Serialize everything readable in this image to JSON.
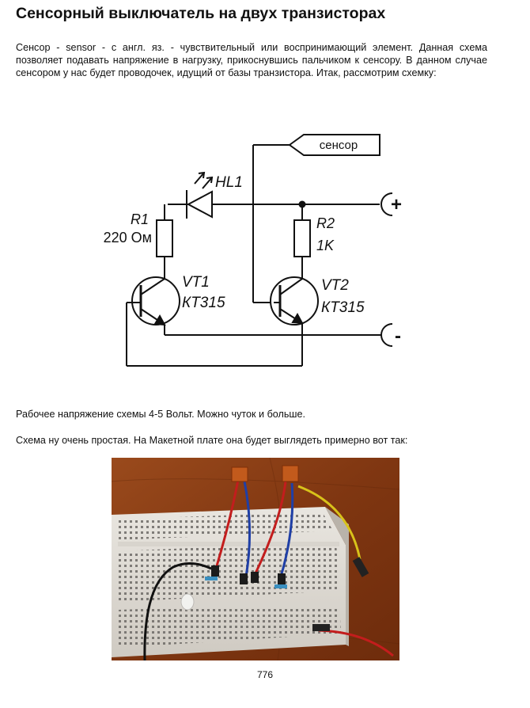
{
  "title": "Сенсорный выключатель на двух транзисторах",
  "intro": "Сенсор - sensor - с англ. яз. - чувствительный или воспринимающий элемент. Данная схема позволяет подавать напряжение в нагрузку, прикоснувшись пальчиком к сенсору. В данном случае сенсором у нас будет проводочек, идущий от базы транзистора. Итак, рассмотрим схемку:",
  "schematic": {
    "sensor_label": "сенсор",
    "led_label": "HL1",
    "r1_label": "R1",
    "r1_value": "220 Ом",
    "r2_label": "R2",
    "r2_value": "1K",
    "vt1_label": "VT1",
    "vt1_type": "КТ315",
    "vt2_label": "VT2",
    "vt2_type": "КТ315",
    "plus": "+",
    "minus": "-"
  },
  "voltage_text": "Рабочее напряжение схемы 4-5 Вольт. Можно чуток и больше.",
  "breadboard_text": "Схема  ну очень простая. На Макетной плате она будет выглядеть примерно вот так:",
  "page_number": "776"
}
